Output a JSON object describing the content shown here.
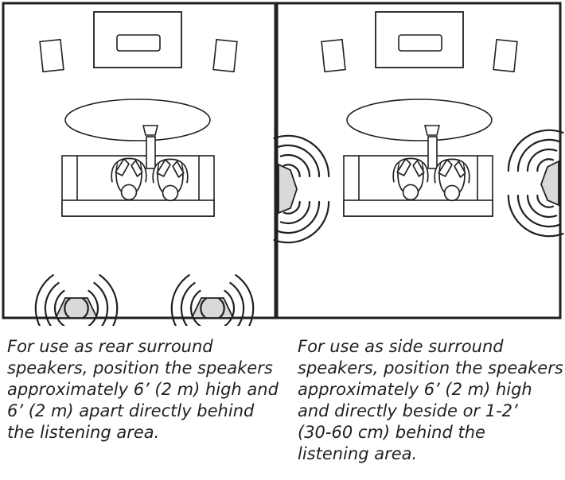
{
  "captions": {
    "rear": [
      "For use as rear surround",
      "speakers, position the speakers",
      "approximately 6’ (2 m) high and",
      "6’ (2 m) apart directly behind",
      "the listening area."
    ],
    "side": [
      "For use as side surround",
      "speakers, position the speakers",
      "approximately 6’ (2 m) high",
      "and directly beside or 1-2’",
      "(30-60 cm) behind the",
      "listening area."
    ]
  },
  "icons": {
    "tv": "tv-icon",
    "front_speaker": "front-speaker-icon",
    "table": "coffee-table-icon",
    "lamp": "lamp-icon",
    "sofa": "sofa-icon",
    "listeners": "listeners-icon",
    "surround_speaker": "surround-speaker-icon",
    "sound_waves": "sound-waves-icon"
  },
  "colors": {
    "line": "#231f20",
    "speaker_fill": "#d9d9d9",
    "text": "#231f20"
  }
}
